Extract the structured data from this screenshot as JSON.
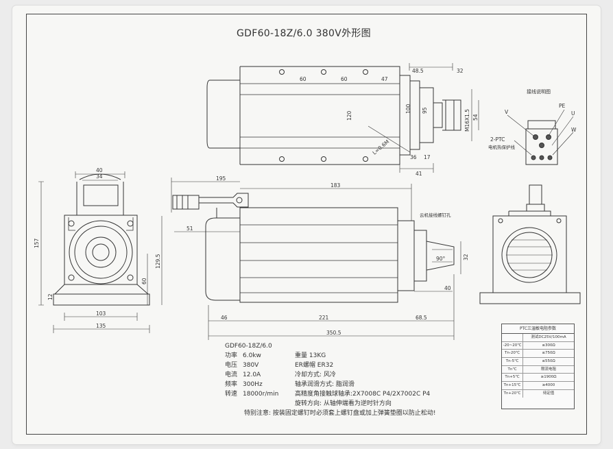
{
  "title": "GDF60-18Z/6.0 380V外形图",
  "top_view": {
    "dims": [
      "48.5",
      "60",
      "60",
      "47",
      "120",
      "100",
      "95",
      "M16X1.5",
      "54",
      "36",
      "17",
      "41",
      "L=0.6M"
    ],
    "wrench": "32"
  },
  "wiring": {
    "title": "接线说明图",
    "labels": [
      "V",
      "PE",
      "U",
      "2-PTC",
      "W"
    ],
    "note": "电机热保护线"
  },
  "front_view": {
    "dims": [
      "40",
      "34",
      "157",
      "129.5",
      "60",
      "12",
      "103",
      "135"
    ]
  },
  "side_view": {
    "dims": [
      "195",
      "183",
      "51",
      "46",
      "221",
      "68.5",
      "350.5",
      "40",
      "32",
      "90°"
    ],
    "note": "云机接线螺钉孔"
  },
  "specs": {
    "model": "GDF60-18Z/6.0",
    "power_label": "功率",
    "power": "6.0kw",
    "voltage_label": "电压",
    "voltage": "380V",
    "current_label": "电流",
    "current": "12.0A",
    "freq_label": "频率",
    "freq": "300Hz",
    "speed_label": "转速",
    "speed": "18000r/min",
    "weight": "重量 13KG",
    "collet": "ER螺帽 ER32",
    "cooling": "冷却方式: 风冷",
    "lubrication": "轴承润滑方式: 脂润滑",
    "bearing": "高精度角接触球轴承:2X7008C P4/2X7002C P4",
    "rotation": "旋转方向: 从轴伸端看为逆时针方向",
    "note": "特别注意: 按装固定螺钉时必须套上螺钉盘或加上弹簧垫圈以防止松动!"
  },
  "ptc_table": {
    "title": "PTC三温敏电阻参数",
    "header": [
      "",
      "测试DC25V/100mA"
    ],
    "rows": [
      [
        "-20~20℃",
        "≤300Ω"
      ],
      [
        "Tn-20℃",
        "≤750Ω"
      ],
      [
        "Tn-5℃",
        "≤550Ω"
      ],
      [
        "Tn℃",
        "限流电阻"
      ],
      [
        "Tn+5℃",
        "≥1900Ω"
      ],
      [
        "Tn+15℃",
        "≥4000"
      ],
      [
        "Tn+20℃",
        "待定值"
      ]
    ]
  }
}
